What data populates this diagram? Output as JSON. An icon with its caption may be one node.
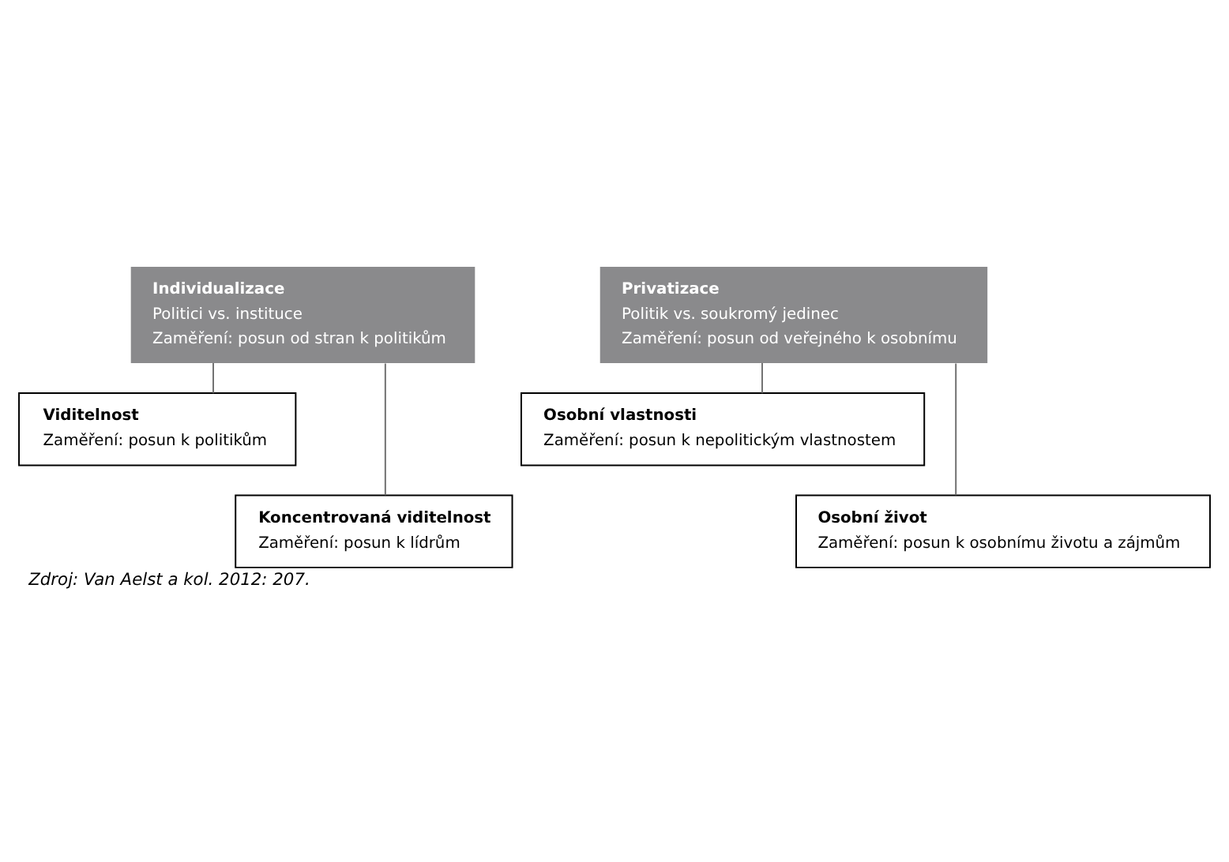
{
  "diagram": {
    "caption": "Zdroj: Van Aelst a kol. 2012: 207.",
    "nodes": [
      {
        "text": [
          "Individualizace",
          "Politici vs. instituce",
          "Zaměření: posun od stran k politikům"
        ]
      },
      {
        "text": [
          "Privatizace",
          "Politik vs. soukromý jedinec",
          "Zaměření: posun od veřejného k osobnímu"
        ]
      },
      {
        "text": [
          "Viditelnost",
          "Zaměření: posun k politikům"
        ]
      },
      {
        "text": [
          "Koncentrovaná viditelnost",
          "Zaměření: posun k lídrům"
        ]
      },
      {
        "text": [
          "Osobní vlastnosti",
          "Zaměření: posun k nepolitickým vlastnostem"
        ]
      },
      {
        "text": [
          "Osobní život",
          "Zaměření: posun k osobnímu životu a zájmům"
        ]
      }
    ],
    "edges": [
      {
        "from": 0,
        "to": 2,
        "arrow": "none"
      },
      {
        "from": 0,
        "to": 3,
        "arrow": "none"
      },
      {
        "from": 1,
        "to": 4,
        "arrow": "none"
      },
      {
        "from": 1,
        "to": 5,
        "arrow": "none"
      }
    ]
  }
}
